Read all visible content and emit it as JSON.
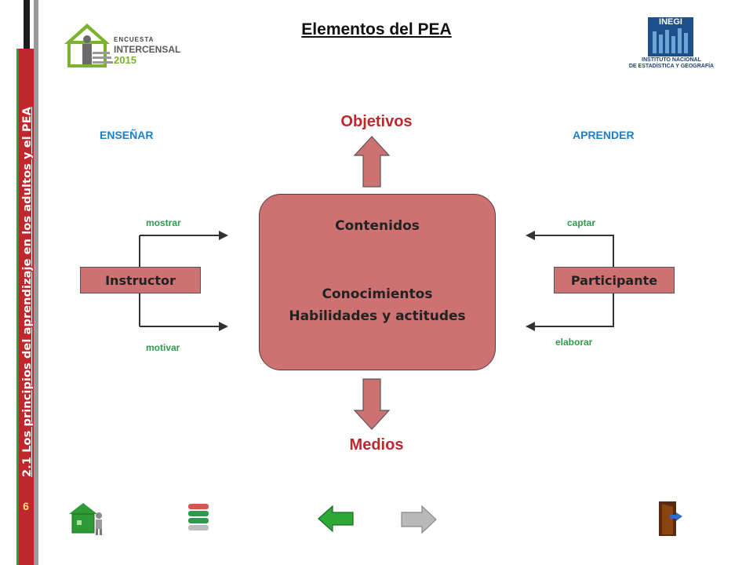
{
  "sidebar": {
    "title": "2.1 Los principios del aprendizaje en los adultos y el PEA",
    "page_number": "6"
  },
  "header": {
    "title": "Elementos del PEA",
    "logo_encuesta": {
      "line1": "ENCUESTA",
      "line2": "INTERCENSAL",
      "line3": "2015"
    },
    "logo_inegi": {
      "name": "INEGI",
      "line1": "INSTITUTO NACIONAL",
      "line2": "DE ESTADÍSTICA Y GEOGRAFÍA"
    }
  },
  "diagram": {
    "left_heading": "ENSEÑAR",
    "right_heading": "APRENDER",
    "top_label": "Objetivos",
    "bottom_label": "Medios",
    "center": {
      "line1": "Contenidos",
      "line2": "Conocimientos",
      "line3": "Habilidades y actitudes"
    },
    "left_box": "Instructor",
    "right_box": "Participante",
    "left_top_verb": "mostrar",
    "left_bottom_verb": "motivar",
    "right_top_verb": "captar",
    "right_bottom_verb": "elaborar"
  },
  "colors": {
    "accent_red": "#c0272d",
    "box_fill": "#cd7272",
    "blue": "#1f7fc4",
    "green": "#2e9a4e"
  },
  "navigation": [
    "home-icon",
    "menu-icon",
    "back-arrow-icon",
    "forward-arrow-icon",
    "exit-door-icon"
  ]
}
